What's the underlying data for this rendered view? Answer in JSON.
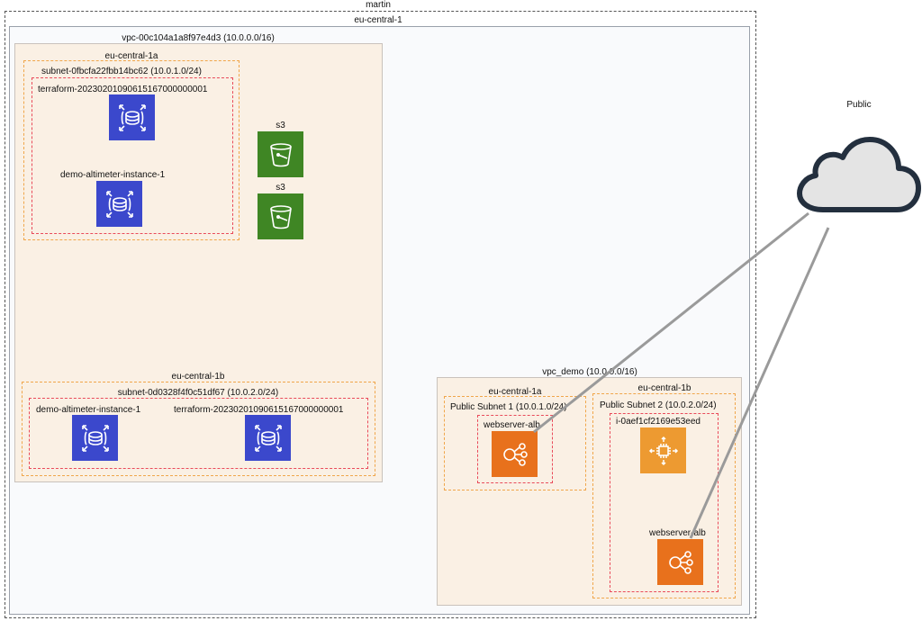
{
  "account": {
    "label": "martin"
  },
  "region": {
    "label": "eu-central-1"
  },
  "vpc1": {
    "label": "vpc-00c104a1a8f97e4d3 (10.0.0.0/16)",
    "az_a": {
      "label": "eu-central-1a",
      "subnet": {
        "label": "subnet-0fbcfa22fbb14bc62 (10.0.1.0/24)",
        "db1": "terraform-20230201090615167000000001",
        "db2": "demo-altimeter-instance-1"
      }
    },
    "s3_1": "s3",
    "s3_2": "s3",
    "az_b": {
      "label": "eu-central-1b",
      "subnet": {
        "label": "subnet-0d0328f4f0c51df67 (10.0.2.0/24)",
        "db1": "demo-altimeter-instance-1",
        "db2": "terraform-20230201090615167000000001"
      }
    }
  },
  "vpc2": {
    "label": "vpc_demo (10.0.0.0/16)",
    "az_a": {
      "label": "eu-central-1a",
      "subnet": {
        "label": "Public Subnet 1 (10.0.1.0/24)",
        "alb": "webserver-alb"
      }
    },
    "az_b": {
      "label": "eu-central-1b",
      "subnet": {
        "label": "Public Subnet 2 (10.0.2.0/24)",
        "instance": "i-0aef1cf2169e53eed",
        "alb": "webserver-alb"
      }
    }
  },
  "public": {
    "label": "Public"
  },
  "colors": {
    "rds": "#3b48cc",
    "s3": "#3f8624",
    "elb": "#e8711c",
    "ec2": "#ed9a31",
    "edge": "#9a9a9a"
  },
  "icons": {
    "rds": "rds-icon",
    "s3": "s3-bucket-icon",
    "elb": "load-balancer-icon",
    "ec2": "ec2-instance-icon",
    "cloud": "cloud-icon"
  }
}
